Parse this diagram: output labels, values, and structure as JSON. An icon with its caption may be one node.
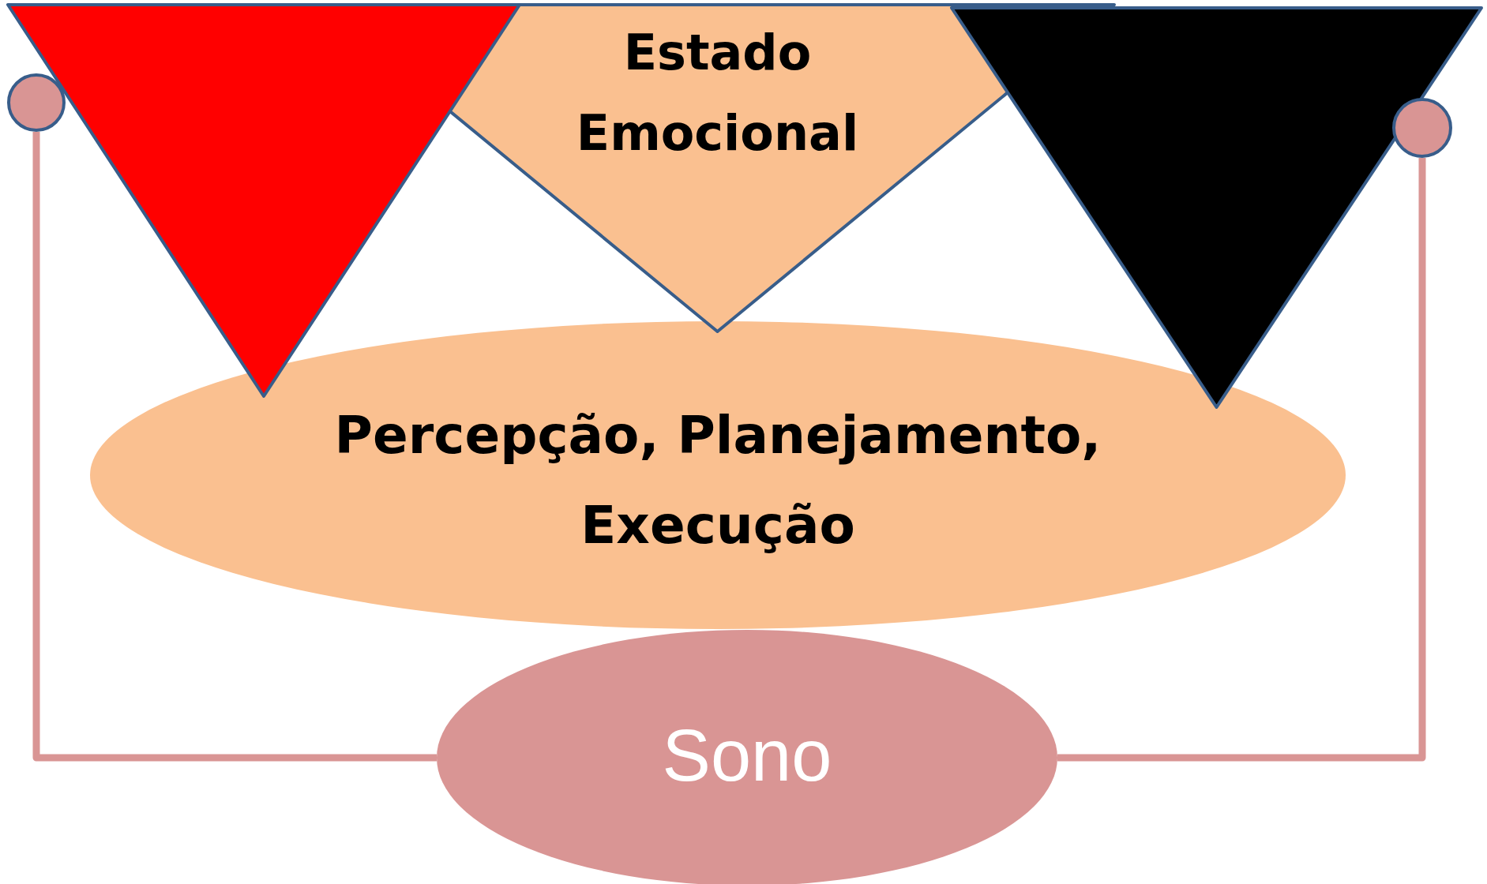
{
  "diagram": {
    "nodes": [
      {
        "text": [],
        "shape": "triangle"
      },
      {
        "text": [
          "Estado Emocional"
        ]
      },
      {
        "text": [],
        "shape": "triangle"
      },
      {
        "text": [],
        "shape": "circle"
      },
      {
        "text": [],
        "shape": "circle"
      },
      {
        "text": [
          "Percepção, Planejamento, Execução"
        ]
      },
      {
        "text": [
          "Sono"
        ]
      }
    ],
    "edges": [
      {
        "from": 6,
        "to": 3,
        "arrow": "none"
      },
      {
        "from": 6,
        "to": 4,
        "arrow": "none"
      }
    ]
  }
}
